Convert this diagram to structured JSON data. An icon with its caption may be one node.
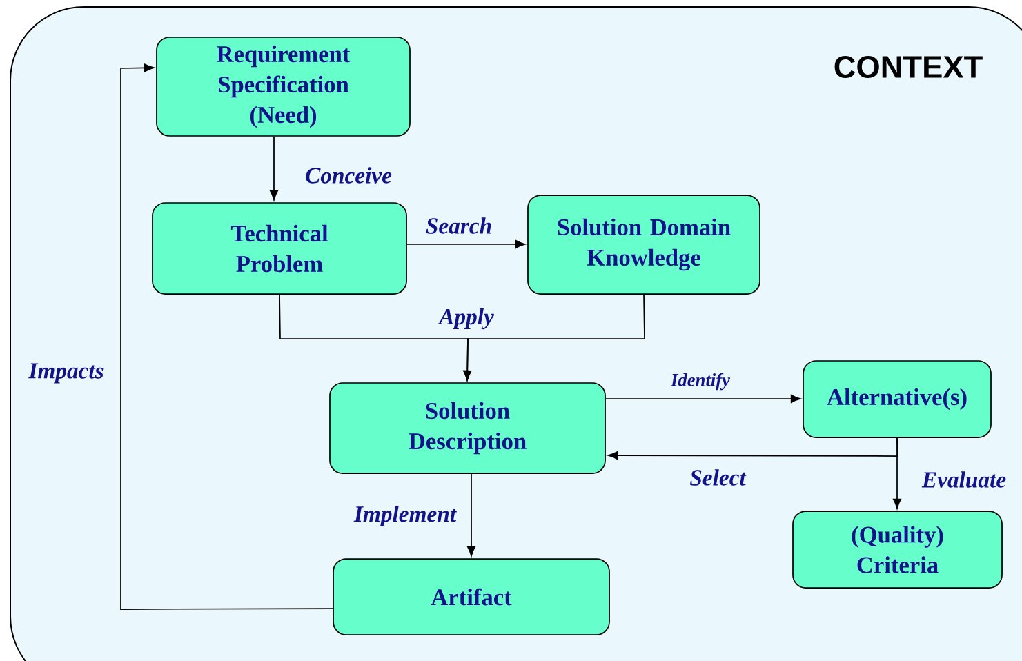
{
  "diagram": {
    "nodes": [
      {
        "text": [
          "CONTEXT"
        ]
      },
      {
        "text": [
          "Requirement Specification (Need)"
        ],
        "in": 0
      },
      {
        "text": [
          "Technical Problem"
        ],
        "in": 0
      },
      {
        "text": [
          "Solution Domain Knowledge"
        ],
        "in": 0
      },
      {
        "text": [
          "Solution Description"
        ],
        "in": 0
      },
      {
        "text": [
          "Alternative(s)"
        ],
        "in": 0
      },
      {
        "text": [
          "(Quality) Criteria"
        ],
        "in": 0
      },
      {
        "text": [
          "Artifact"
        ],
        "in": 0
      }
    ],
    "edges": [
      {
        "from": 1,
        "to": 2,
        "arrow": "to",
        "label": "Conceive"
      },
      {
        "from": 2,
        "to": 3,
        "arrow": "to",
        "label": "Search"
      },
      {
        "from": 2,
        "to": 4,
        "arrow": "to",
        "label": "Apply"
      },
      {
        "from": 3,
        "to": 4,
        "arrow": "to"
      },
      {
        "from": 4,
        "to": 5,
        "arrow": "to",
        "label": "Identify"
      },
      {
        "from": 5,
        "to": 4,
        "arrow": "to",
        "label": "Select"
      },
      {
        "from": 5,
        "to": 6,
        "arrow": "to",
        "label": "Evaluate"
      },
      {
        "from": 4,
        "to": 7,
        "arrow": "to",
        "label": "Implement"
      },
      {
        "from": 7,
        "to": 1,
        "arrow": "to",
        "label": "Impacts"
      }
    ]
  }
}
